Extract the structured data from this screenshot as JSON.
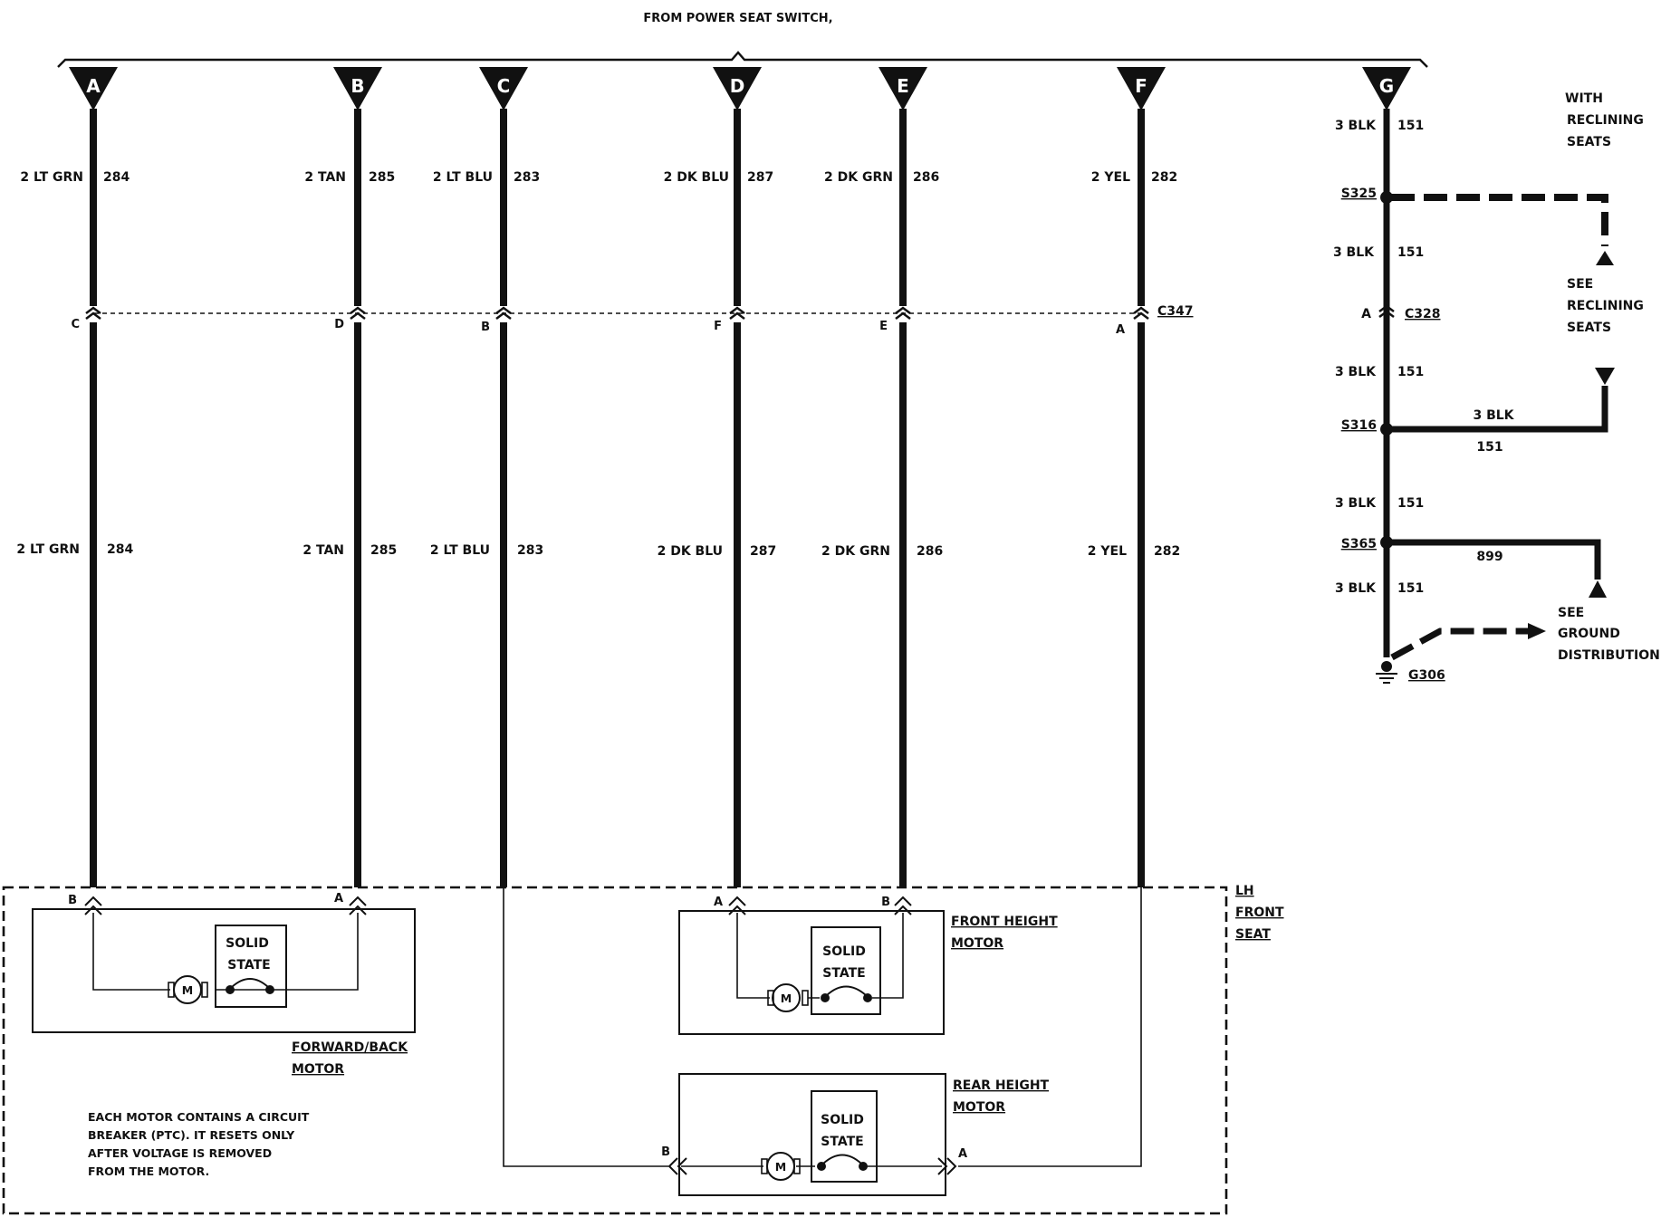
{
  "title": "FROM POWER SEAT SWITCH,",
  "terminals": [
    {
      "letter": "A",
      "upper_wire": "2 LT GRN",
      "upper_circuit": "284",
      "conn_pin": "C",
      "lower_wire": "2 LT GRN",
      "lower_circuit": "284",
      "motor_pin": "B"
    },
    {
      "letter": "B",
      "upper_wire": "2 TAN",
      "upper_circuit": "285",
      "conn_pin": "D",
      "lower_wire": "2 TAN",
      "lower_circuit": "285",
      "motor_pin": "A"
    },
    {
      "letter": "C",
      "upper_wire": "2 LT BLU",
      "upper_circuit": "283",
      "conn_pin": "B",
      "lower_wire": "2 LT BLU",
      "lower_circuit": "283",
      "motor_pin": "B"
    },
    {
      "letter": "D",
      "upper_wire": "2 DK BLU",
      "upper_circuit": "287",
      "conn_pin": "F",
      "lower_wire": "2 DK BLU",
      "lower_circuit": "287",
      "motor_pin": "A"
    },
    {
      "letter": "E",
      "upper_wire": "2 DK GRN",
      "upper_circuit": "286",
      "conn_pin": "E",
      "lower_wire": "2 DK GRN",
      "lower_circuit": "286",
      "motor_pin": "B"
    },
    {
      "letter": "F",
      "upper_wire": "2 YEL",
      "upper_circuit": "282",
      "conn_pin": "A",
      "lower_wire": "2 YEL",
      "lower_circuit": "282",
      "motor_pin": "A"
    }
  ],
  "connector": "C347",
  "ground": {
    "letter": "G",
    "wire": "3 BLK",
    "circuit": "151",
    "splice1": "S325",
    "conn": "C328",
    "conn_pin": "A",
    "splice2": "S316",
    "splice3": "S365",
    "branch_wire": "3 BLK",
    "branch_circuit": "151",
    "circuit_899": "899",
    "ground_point": "G306"
  },
  "notes": {
    "with": "WITH",
    "reclining": "RECLINING",
    "seats": "SEATS",
    "see": "SEE",
    "ground_word": "GROUND",
    "distribution": "DISTRIBUTION"
  },
  "seat": {
    "line1": "LH",
    "line2": "FRONT",
    "line3": "SEAT"
  },
  "motors": {
    "solid": "SOLID",
    "state": "STATE",
    "m": "M",
    "fb_line1": "FORWARD/BACK",
    "fh_line1": "FRONT HEIGHT",
    "rh_line1": "REAR HEIGHT",
    "motor_word": "MOTOR",
    "rear_pin_left": "B",
    "rear_pin_right": "A"
  },
  "footnote": [
    "EACH MOTOR CONTAINS A CIRCUIT",
    "BREAKER (PTC). IT RESETS ONLY",
    "AFTER VOLTAGE IS REMOVED",
    "FROM THE MOTOR."
  ]
}
